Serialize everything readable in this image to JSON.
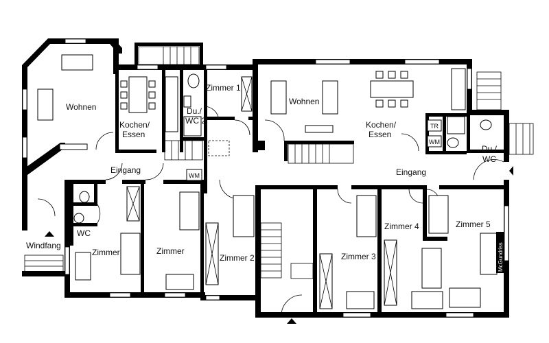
{
  "rooms": {
    "wohnen_left": "Wohnen",
    "kochen_left_1": "Kochen/",
    "kochen_left_2": "Essen",
    "du_wc2_1": "Du./",
    "du_wc2_2": "WC 2",
    "zimmer1": "Zimmer 1",
    "wohnen_right": "Wohnen",
    "kochen_right_1": "Kochen/",
    "kochen_right_2": "Essen",
    "du_wc_1": "Du./",
    "du_wc_2": "WC",
    "eingang_left": "Eingang",
    "eingang_right": "Eingang",
    "windfang": "Windfang",
    "wc": "WC",
    "zimmer_a": "Zimmer",
    "zimmer_b": "Zimmer",
    "zimmer2": "Zimmer 2",
    "zimmer3": "Zimmer 3",
    "zimmer4": "Zimmer 4",
    "zimmer5": "Zimmer 5"
  },
  "appliances": {
    "wm_left": "WM",
    "tr": "TR",
    "wm_right": "WM"
  },
  "watermark": "McGundriss"
}
